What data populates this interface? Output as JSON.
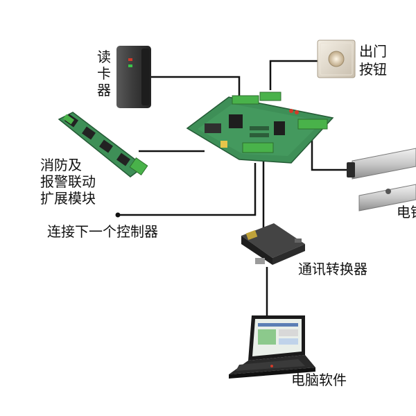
{
  "labels": {
    "card_reader": "读卡器",
    "exit_button_line1": "出门",
    "exit_button_line2": "按钮",
    "fire_module_line1": "消防及",
    "fire_module_line2": "报警联动",
    "fire_module_line3": "扩展模块",
    "next_controller": "连接下一个控制器",
    "converter": "通讯转换器",
    "pc_software": "电脑软件",
    "lock_partial": "电锁"
  },
  "colors": {
    "wire": "#111111",
    "pcb": "#3e8f57",
    "terminal": "#49b24a",
    "lock_metal": "#c9c9c9",
    "card_reader_body": "#3a3a3a",
    "converter_body": "#2b2b2b"
  },
  "icons": [
    "card-reader-icon",
    "exit-button-icon",
    "controller-board-icon",
    "fire-module-icon",
    "magnetic-lock-icon",
    "converter-icon",
    "laptop-icon"
  ]
}
